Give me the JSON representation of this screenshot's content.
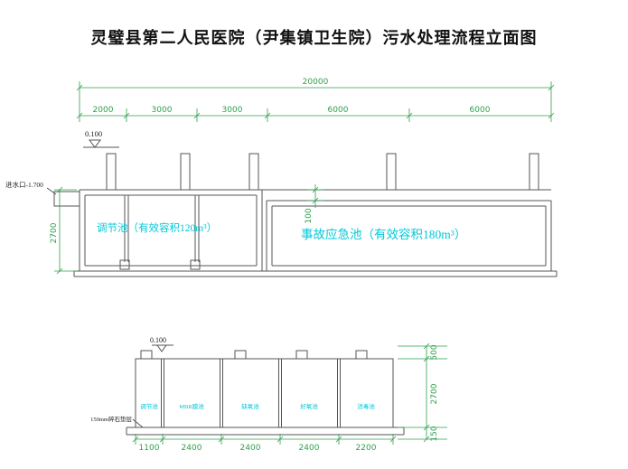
{
  "title": "灵璧县第二人民医院（尹集镇卫生院）污水处理流程立面图",
  "colors": {
    "dim": "#2ea04c",
    "label": "#00c9d9",
    "line": "#555555"
  },
  "top_view": {
    "total_dim": "20000",
    "segment_dims": [
      "2000",
      "3000",
      "3000",
      "6000",
      "6000"
    ],
    "elevation": "0.100",
    "inlet_label": "进水口-1.700",
    "height_dim": "2700",
    "freeboard_dim": "100",
    "tank_left_label": "调节池（有效容积120m³）",
    "tank_right_label": "事故应急池（有效容积180m³）"
  },
  "bottom_view": {
    "elevation": "0.100",
    "base_note": "150mm碎石垫层",
    "compartment_labels": [
      "调节池",
      "MBR膜池",
      "缺氧池",
      "好氧池",
      "消毒池"
    ],
    "width_dims": [
      "1100",
      "2400",
      "2400",
      "2400",
      "2200"
    ],
    "height_dims": [
      "500",
      "2700",
      "150"
    ]
  }
}
